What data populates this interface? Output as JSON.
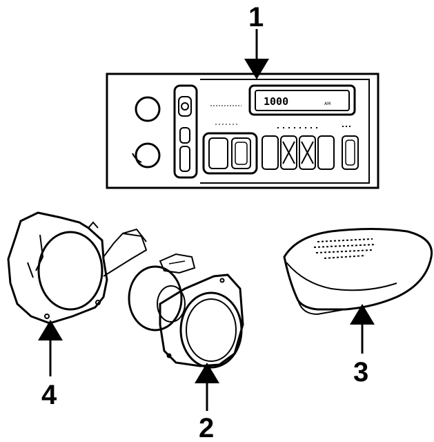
{
  "diagram": {
    "callouts": [
      {
        "id": "1",
        "label": "1"
      },
      {
        "id": "2",
        "label": "2"
      },
      {
        "id": "3",
        "label": "3"
      },
      {
        "id": "4",
        "label": "4"
      }
    ],
    "radio": {
      "display_text": "1000 ",
      "display_suffix": "AM"
    }
  }
}
